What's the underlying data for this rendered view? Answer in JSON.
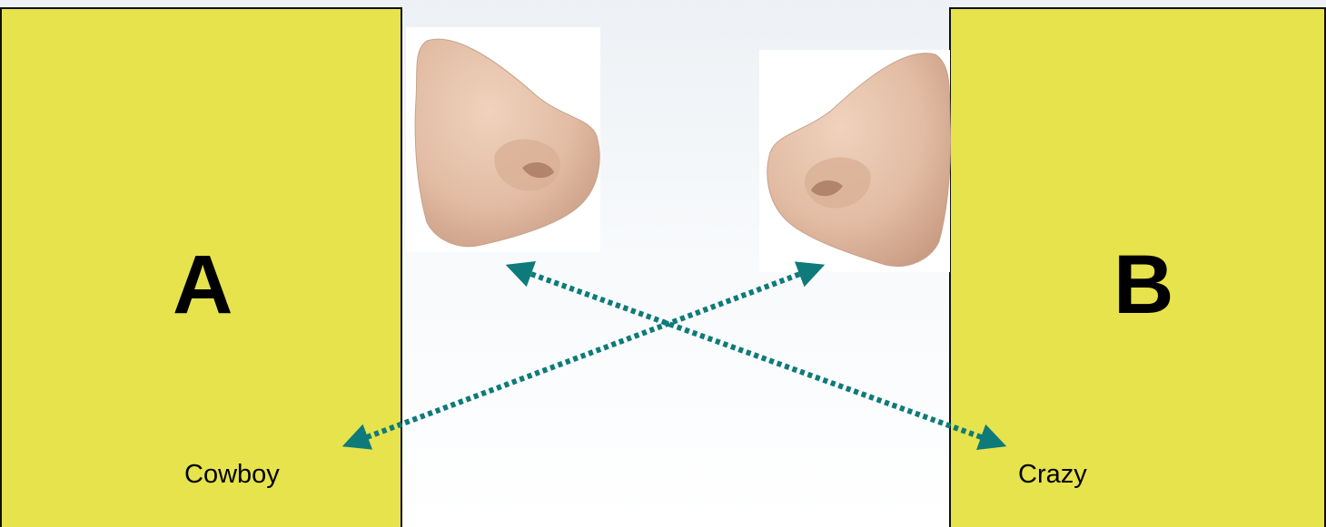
{
  "panels": {
    "left": {
      "letter": "A",
      "word": "Cowboy",
      "fill": "#e6e34c"
    },
    "right": {
      "letter": "B",
      "word": "Crazy",
      "fill": "#e6e34c"
    }
  },
  "arrows": {
    "color": "#0e7a7a",
    "style": "dotted",
    "heads": "both"
  },
  "noses": {
    "skin": "#e2bca3",
    "left": "nose-facing-right",
    "right": "nose-facing-left"
  }
}
